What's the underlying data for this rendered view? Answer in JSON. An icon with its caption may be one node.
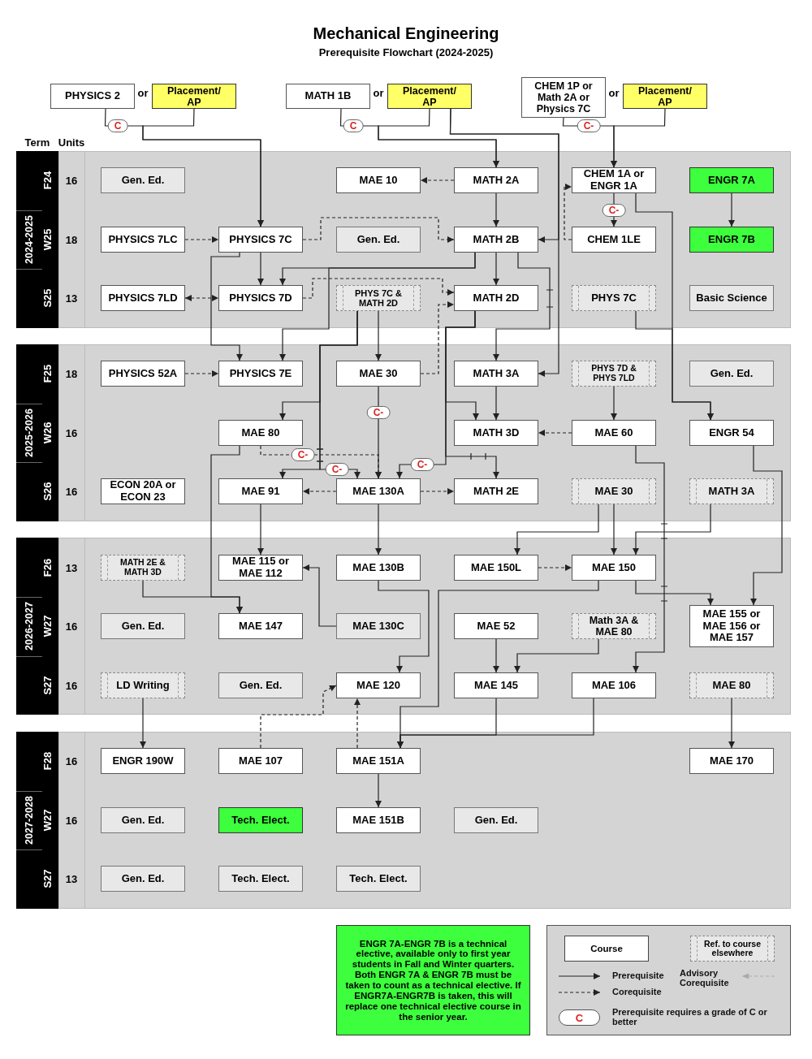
{
  "diagram": {
    "title": "Mechanical Engineering",
    "nodes": [
      {
        "text": [
          "PHYSICS 2"
        ]
      },
      {
        "text": [
          "Placement/ AP"
        ]
      },
      {
        "text": [
          "MATH 1B"
        ]
      },
      {
        "text": [
          "Placement/ AP"
        ]
      },
      {
        "text": [
          "CHEM 1P or Math 2A or Physics 7C"
        ]
      },
      {
        "text": [
          "Placement/ AP"
        ]
      },
      {
        "text": [
          "Gen. Ed."
        ]
      },
      {
        "text": [
          "MAE 10"
        ]
      },
      {
        "text": [
          "MATH 2A"
        ]
      },
      {
        "text": [
          "CHEM 1A or ENGR 1A"
        ]
      },
      {
        "text": [
          "ENGR 7A"
        ]
      },
      {
        "text": [
          "PHYSICS 7LC"
        ]
      },
      {
        "text": [
          "PHYSICS 7C"
        ]
      },
      {
        "text": [
          "Gen. Ed."
        ]
      },
      {
        "text": [
          "MATH 2B"
        ]
      },
      {
        "text": [
          "CHEM 1LE"
        ]
      },
      {
        "text": [
          "ENGR 7B"
        ]
      },
      {
        "text": [
          "PHYSICS 7LD"
        ]
      },
      {
        "text": [
          "PHYSICS 7D"
        ]
      },
      {
        "text": [
          "PHYS 7C & MATH 2D"
        ]
      },
      {
        "text": [
          "MATH 2D"
        ]
      },
      {
        "text": [
          "PHYS 7C"
        ]
      },
      {
        "text": [
          "Basic Science"
        ]
      },
      {
        "text": [
          "PHYSICS 52A"
        ]
      },
      {
        "text": [
          "PHYSICS 7E"
        ]
      },
      {
        "text": [
          "MAE 30"
        ]
      },
      {
        "text": [
          "MATH 3A"
        ]
      },
      {
        "text": [
          "PHYS 7D & PHYS 7LD"
        ]
      },
      {
        "text": [
          "Gen. Ed."
        ]
      },
      {
        "text": [
          "MAE 80"
        ]
      },
      {
        "text": [
          "MATH 3D"
        ]
      },
      {
        "text": [
          "MAE 60"
        ]
      },
      {
        "text": [
          "ENGR 54"
        ]
      },
      {
        "text": [
          "ECON 20A or ECON 23"
        ]
      },
      {
        "text": [
          "MAE 91"
        ]
      },
      {
        "text": [
          "MAE 130A"
        ]
      },
      {
        "text": [
          "MATH 2E"
        ]
      },
      {
        "text": [
          "MAE 30"
        ]
      },
      {
        "text": [
          "MATH 3A"
        ]
      },
      {
        "text": [
          "MATH 2E & MATH 3D"
        ]
      },
      {
        "text": [
          "MAE 115 or MAE 112"
        ]
      },
      {
        "text": [
          "MAE 130B"
        ]
      },
      {
        "text": [
          "MAE 150L"
        ]
      },
      {
        "text": [
          "MAE 150"
        ]
      },
      {
        "text": [
          "Gen. Ed."
        ]
      },
      {
        "text": [
          "MAE 147"
        ]
      },
      {
        "text": [
          "MAE 130C"
        ]
      },
      {
        "text": [
          "MAE 52"
        ]
      },
      {
        "text": [
          "Math 3A & MAE 80"
        ]
      },
      {
        "text": [
          "MAE 155 or MAE 156 or MAE 157"
        ]
      },
      {
        "text": [
          "LD Writing"
        ]
      },
      {
        "text": [
          "Gen. Ed."
        ]
      },
      {
        "text": [
          "MAE 120"
        ]
      },
      {
        "text": [
          "MAE 145"
        ]
      },
      {
        "text": [
          "MAE 106"
        ]
      },
      {
        "text": [
          "MAE 80"
        ]
      },
      {
        "text": [
          "ENGR 190W"
        ]
      },
      {
        "text": [
          "MAE 107"
        ]
      },
      {
        "text": [
          "MAE 151A"
        ]
      },
      {
        "text": [
          "MAE 170"
        ]
      },
      {
        "text": [
          "Gen. Ed."
        ]
      },
      {
        "text": [
          "Tech. Elect."
        ]
      },
      {
        "text": [
          "MAE 151B"
        ]
      },
      {
        "text": [
          "Gen. Ed."
        ]
      },
      {
        "text": [
          "Gen. Ed."
        ]
      },
      {
        "text": [
          "Tech. Elect."
        ]
      },
      {
        "text": [
          "Tech. Elect."
        ]
      },
      {
        "text": [
          "ENGR 7A-ENGR 7B is a technical elective, available only to first year students in Fall and Winter quarters. Both ENGR 7A & ENGR 7B must be taken to count as a technical elective. If ENGR7A-ENGR7B is taken, this will replace one technical elective course in the senior year."
        ]
      }
    ],
    "edges": [
      {
        "from": 0,
        "to": 12,
        "arrow": "to",
        "label": "C"
      },
      {
        "from": 1,
        "to": 12,
        "arrow": "to"
      },
      {
        "from": 2,
        "to": 8,
        "arrow": "to",
        "label": "C"
      },
      {
        "from": 3,
        "to": 8,
        "arrow": "to"
      },
      {
        "from": 3,
        "to": 14,
        "arrow": "to"
      },
      {
        "from": 3,
        "to": 26,
        "arrow": "to"
      },
      {
        "from": 4,
        "to": 9,
        "arrow": "to",
        "label": "C-"
      },
      {
        "from": 5,
        "to": 9,
        "arrow": "to"
      },
      {
        "from": 8,
        "to": 7,
        "arrow": "to",
        "style": "dashed"
      },
      {
        "from": 8,
        "to": 14,
        "arrow": "to"
      },
      {
        "from": 9,
        "to": 15,
        "arrow": "to",
        "label": "C-"
      },
      {
        "from": 10,
        "to": 16,
        "arrow": "to"
      },
      {
        "from": 15,
        "to": 9,
        "arrow": "to",
        "style": "dashed"
      },
      {
        "from": 9,
        "to": 32,
        "arrow": "to"
      },
      {
        "from": 11,
        "to": 12,
        "arrow": "to",
        "style": "dashed"
      },
      {
        "from": 12,
        "to": 14,
        "arrow": "to",
        "style": "dashed"
      },
      {
        "from": 12,
        "to": 18,
        "arrow": "to"
      },
      {
        "from": 12,
        "to": 24,
        "arrow": "to"
      },
      {
        "from": 17,
        "to": 18,
        "arrow": "both",
        "style": "dashed"
      },
      {
        "from": 14,
        "to": 18,
        "arrow": "to"
      },
      {
        "from": 14,
        "to": 24,
        "arrow": "to"
      },
      {
        "from": 14,
        "to": 20,
        "arrow": "to"
      },
      {
        "from": 14,
        "to": 26,
        "arrow": "to"
      },
      {
        "from": 18,
        "to": 20,
        "arrow": "to",
        "style": "dashed"
      },
      {
        "from": 25,
        "to": 20,
        "arrow": "to",
        "style": "dashed"
      },
      {
        "from": 19,
        "to": 25,
        "arrow": "to"
      },
      {
        "from": 19,
        "to": 29,
        "arrow": "to"
      },
      {
        "from": 19,
        "to": 34,
        "arrow": "to"
      },
      {
        "from": 19,
        "to": 35,
        "arrow": "to",
        "label": "C-"
      },
      {
        "from": 25,
        "to": 35,
        "arrow": "to",
        "label": "C-"
      },
      {
        "from": 29,
        "to": 35,
        "arrow": "to",
        "label": "C-",
        "style": "dashed"
      },
      {
        "from": 20,
        "to": 35,
        "arrow": "to",
        "label": "C-"
      },
      {
        "from": 20,
        "to": 30,
        "arrow": "to"
      },
      {
        "from": 20,
        "to": 36,
        "arrow": "to"
      },
      {
        "from": 26,
        "to": 30,
        "arrow": "to"
      },
      {
        "from": 31,
        "to": 30,
        "arrow": "to",
        "style": "dashed"
      },
      {
        "from": 27,
        "to": 31,
        "arrow": "to"
      },
      {
        "from": 21,
        "to": 32,
        "arrow": "to"
      },
      {
        "from": 23,
        "to": 24,
        "arrow": "to",
        "style": "dashed"
      },
      {
        "from": 35,
        "to": 34,
        "arrow": "to",
        "style": "dashed"
      },
      {
        "from": 35,
        "to": 36,
        "arrow": "to",
        "style": "dashed"
      },
      {
        "from": 29,
        "to": 45,
        "arrow": "to"
      },
      {
        "from": 39,
        "to": 45,
        "arrow": "to"
      },
      {
        "from": 34,
        "to": 40,
        "arrow": "to"
      },
      {
        "from": 35,
        "to": 41,
        "arrow": "to"
      },
      {
        "from": 46,
        "to": 40,
        "arrow": "to"
      },
      {
        "from": 31,
        "to": 54,
        "arrow": "to"
      },
      {
        "from": 37,
        "to": 42,
        "arrow": "to"
      },
      {
        "from": 37,
        "to": 43,
        "arrow": "to"
      },
      {
        "from": 38,
        "to": 43,
        "arrow": "to"
      },
      {
        "from": 32,
        "to": 49,
        "arrow": "to"
      },
      {
        "from": 42,
        "to": 43,
        "arrow": "to",
        "style": "dashed"
      },
      {
        "from": 43,
        "to": 49,
        "arrow": "to"
      },
      {
        "from": 43,
        "to": 58,
        "arrow": "to"
      },
      {
        "from": 41,
        "to": 52,
        "arrow": "to"
      },
      {
        "from": 47,
        "to": 53,
        "arrow": "to"
      },
      {
        "from": 48,
        "to": 53,
        "arrow": "to"
      },
      {
        "from": 50,
        "to": 56,
        "arrow": "to"
      },
      {
        "from": 57,
        "to": 52,
        "arrow": "to",
        "style": "dashed"
      },
      {
        "from": 58,
        "to": 52,
        "arrow": "to",
        "style": "dashed"
      },
      {
        "from": 53,
        "to": 58,
        "arrow": "to"
      },
      {
        "from": 54,
        "to": 58,
        "arrow": "to"
      },
      {
        "from": 55,
        "to": 59,
        "arrow": "to"
      },
      {
        "from": 58,
        "to": 62,
        "arrow": "to"
      }
    ],
    "labels": [
      "Prerequisite Flowchart (2024-2025)",
      "or",
      "or",
      "or",
      "Term",
      "Units",
      "2024-2025",
      "F24",
      "16",
      "W25",
      "18",
      "S25",
      "13",
      "2025-2026",
      "F25",
      "18",
      "W26",
      "16",
      "S26",
      "16",
      "2026-2027",
      "F26",
      "13",
      "W27",
      "16",
      "S27",
      "16",
      "2027-2028",
      "F28",
      "16",
      "W27",
      "16",
      "S27",
      "13",
      "C"
    ],
    "legend": [
      {
        "text": "Course"
      },
      {
        "text": "Ref. to course elsewhere"
      },
      {
        "text": "Prerequisite"
      },
      {
        "text": "Corequisite"
      },
      {
        "text": "Advisory Corequisite"
      },
      {
        "text": "Prerequisite requires a grade of C or better"
      }
    ]
  }
}
